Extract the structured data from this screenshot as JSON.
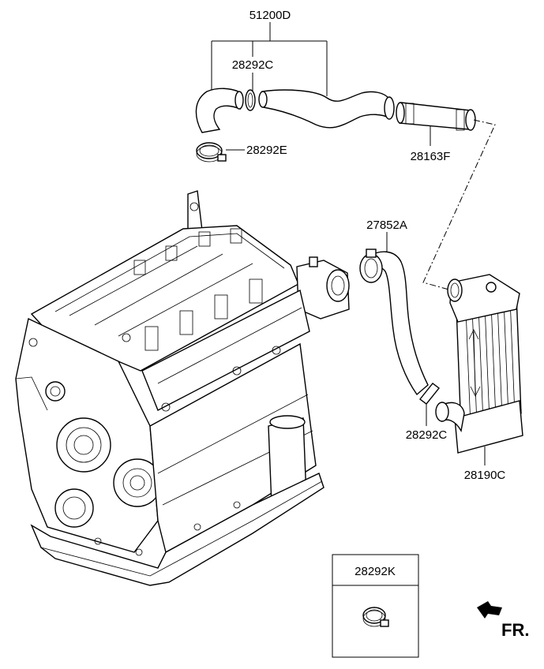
{
  "labels": {
    "top_assembly": "51200D",
    "clamp_upper": "28292C",
    "clamp_loose": "28292E",
    "hose_right": "28163F",
    "inlet_hose": "27852A",
    "clamp_lower": "28292C",
    "intercooler": "28190C",
    "kit_box": "28292K",
    "front_indicator": "FR."
  }
}
